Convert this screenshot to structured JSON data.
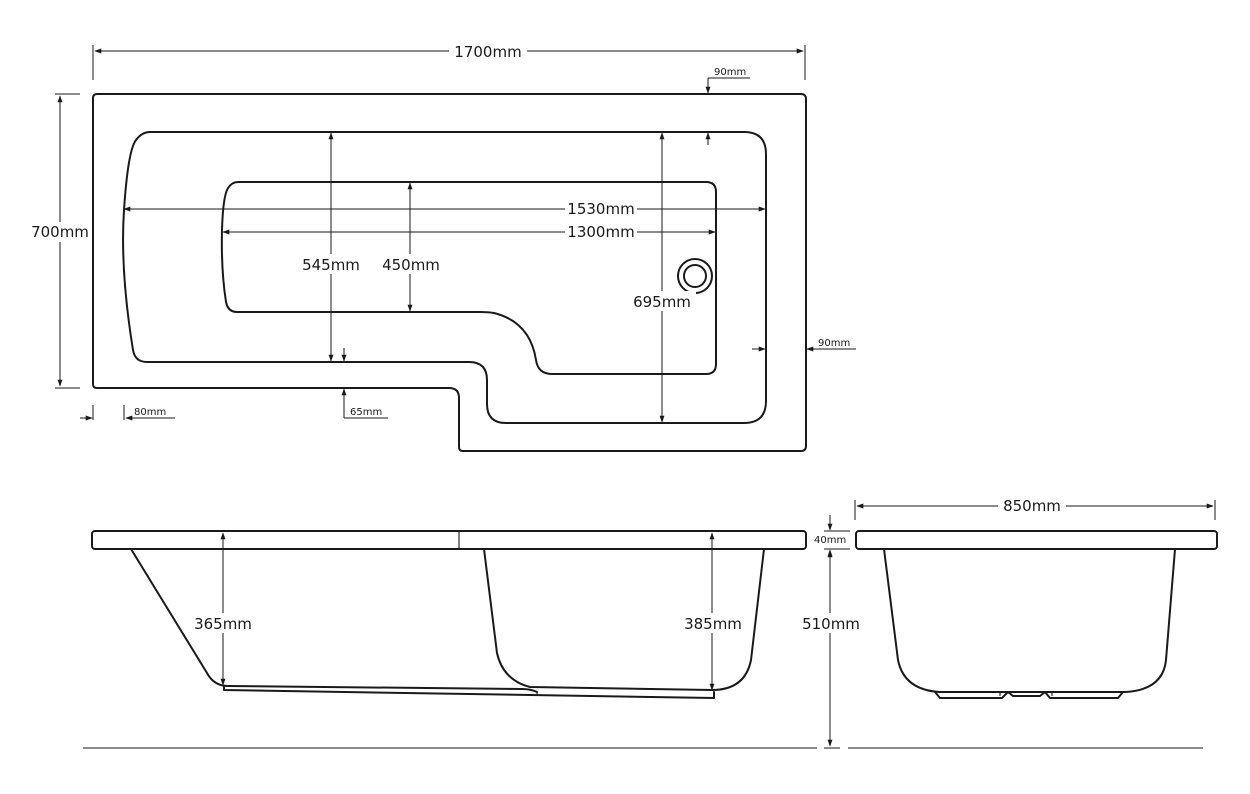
{
  "plan": {
    "overall_length": "1700mm",
    "overall_width": "700mm",
    "top_rim": "90mm",
    "right_rim": "90mm",
    "left_rim": "80mm",
    "bottom_rim": "65mm",
    "inner_length": "1530mm",
    "floor_length": "1300mm",
    "inner_width_left": "545mm",
    "floor_width_left": "450mm",
    "inner_width_right": "695mm"
  },
  "side_elevation": {
    "depth_left": "365mm",
    "depth_right": "385mm"
  },
  "end_elevation": {
    "width": "850mm",
    "rim_thickness": "40mm",
    "total_height": "510mm"
  },
  "icons": {
    "waste": "drain-outlet-icon"
  }
}
